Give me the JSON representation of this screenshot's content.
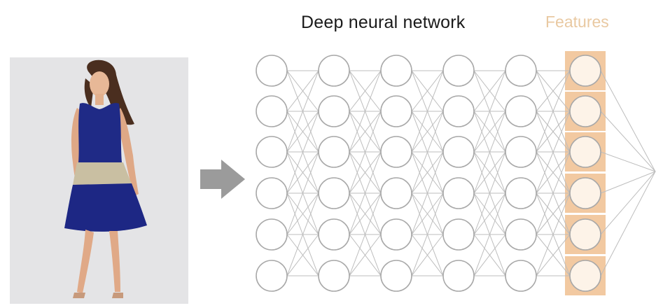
{
  "diagram": {
    "title": "Deep neural network",
    "features_label": "Features",
    "input_image": "model-in-blue-dress-photo",
    "arrow_icon": "right-arrow-icon",
    "layers": 6,
    "nodes_per_layer": 6,
    "colors": {
      "node_stroke": "#a8a8a8",
      "edge": "#bdbdbd",
      "feature_box": "#f2c9a1",
      "features_text": "#e9c9a2",
      "arrow": "#9b9b9b"
    }
  }
}
